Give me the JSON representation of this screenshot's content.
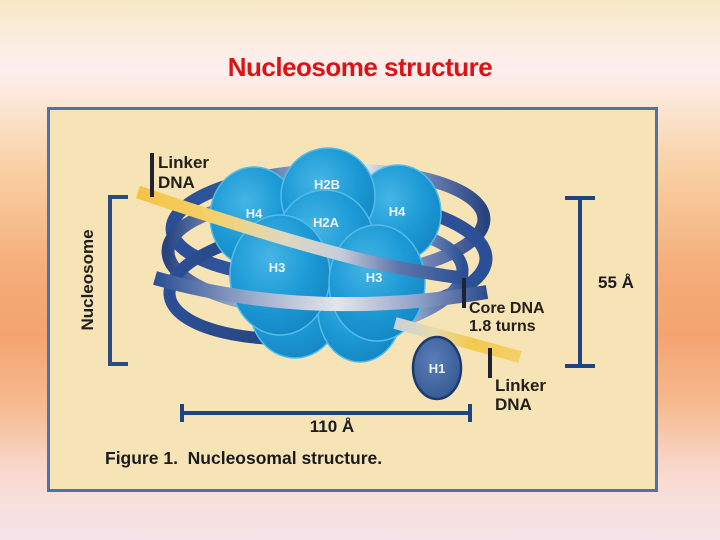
{
  "slide": {
    "title": "Nucleosome structure"
  },
  "figure": {
    "caption": "Figure 1.  Nucleosomal structure.",
    "bracket_label": "Nucleosome",
    "labels": {
      "linker_dna_top_line1": "Linker",
      "linker_dna_top_line2": "DNA",
      "linker_dna_bottom_line1": "Linker",
      "linker_dna_bottom_line2": "DNA",
      "core_dna_line1": "Core DNA",
      "core_dna_line2": "1.8 turns"
    },
    "measurements": {
      "height": "55 Å",
      "width": "110 Å"
    },
    "histones": {
      "h2b": "H2B",
      "h2a": "H2A",
      "h4_left": "H4",
      "h4_right": "H4",
      "h3_left": "H3",
      "h3_right": "H3",
      "h1": "H1"
    },
    "colors": {
      "title_red": "#de1213",
      "panel_bg": "#f7e4b6",
      "panel_border": "#4e73a7",
      "histone_blue": "#1b95d2",
      "dna_navy": "#2a4a8c",
      "dna_silver": "#e4e6ec",
      "linker_yellow": "#f2c140",
      "h1_blue": "#3e64a8"
    }
  }
}
